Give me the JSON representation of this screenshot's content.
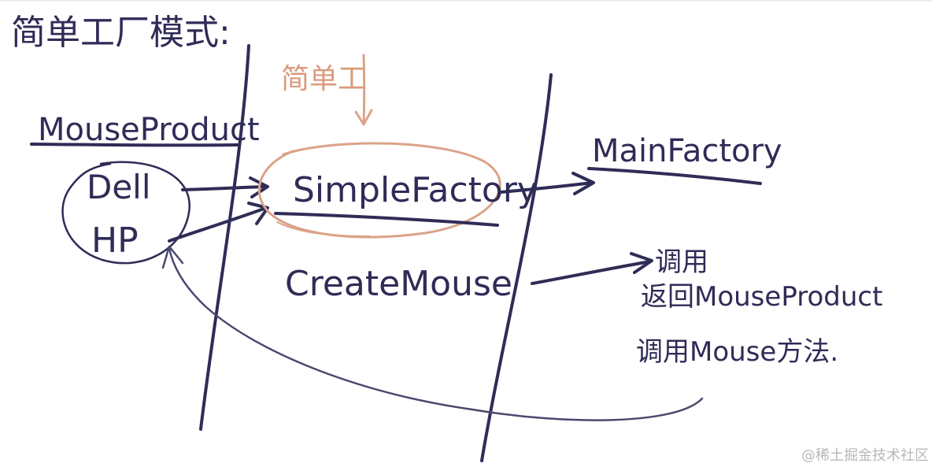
{
  "title": "简单工厂模式:",
  "annotation": "简单工",
  "left_column": {
    "header": "MouseProduct",
    "items": [
      "Dell",
      "HP"
    ]
  },
  "middle_column": {
    "factory": "SimpleFactory",
    "method": "CreateMouse"
  },
  "right_column": {
    "header": "MainFactory",
    "notes": [
      "调用",
      "返回MouseProduct",
      "调用Mouse方法."
    ]
  },
  "watermark": "@稀土掘金技术社区",
  "colors": {
    "ink": "#2f2c57",
    "accent_orange": "#d99a7c",
    "background": "#ffffff"
  }
}
